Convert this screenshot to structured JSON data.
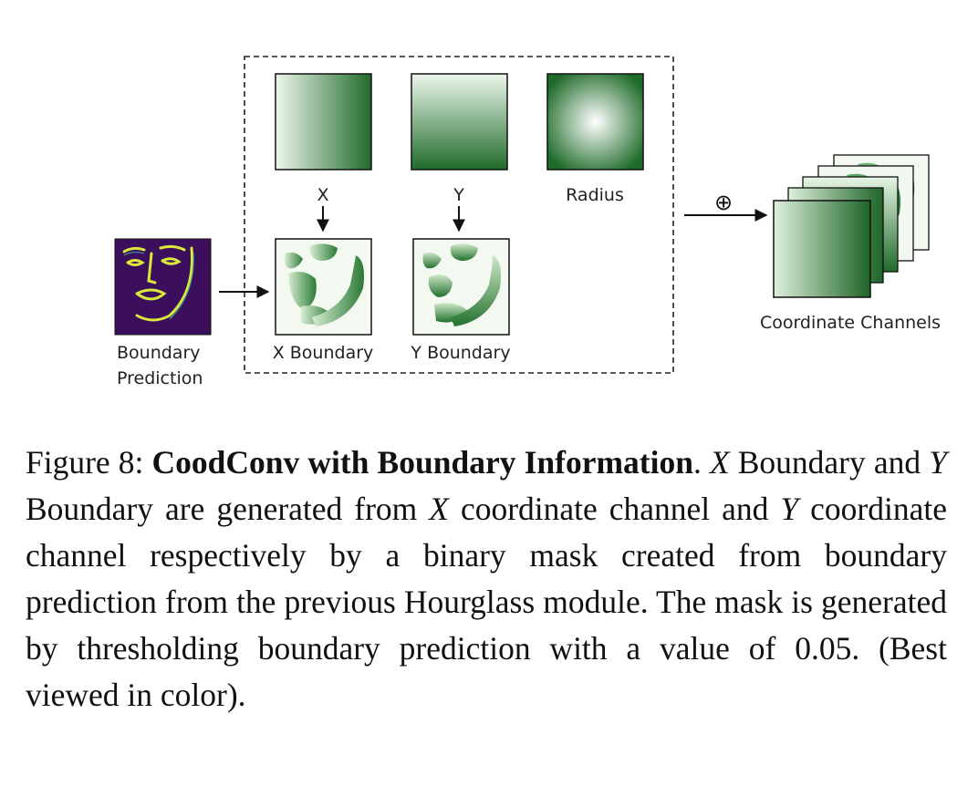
{
  "diagram": {
    "labels": {
      "x": "X",
      "y": "Y",
      "radius": "Radius",
      "plus": "⊕",
      "boundary_prediction_line1": "Boundary",
      "boundary_prediction_line2": "Prediction",
      "x_boundary": "X Boundary",
      "y_boundary": "Y Boundary",
      "coordinate_channels": "Coordinate Channels"
    },
    "colors": {
      "green_dark": "#1f6b2a",
      "green_light": "#eef7ec",
      "heatmap_bg": "#3b0f5c",
      "heatmap_line": "#d9e83a"
    }
  },
  "caption": {
    "prefix": "Figure 8: ",
    "bold_title": "CoodConv with Boundary Information",
    "after_title": ". ",
    "x1": "X",
    "t1": " Boundary and ",
    "y1": "Y",
    "t2": " Boundary are generated from ",
    "x2": "X",
    "t3": " coordinate channel and ",
    "y2": "Y",
    "t4": " coordinate channel respectively by a binary mask created from boundary prediction from the previous Hourglass module. The mask is generated by thresholding boundary prediction with a value of 0.05. (Best viewed in color)."
  }
}
